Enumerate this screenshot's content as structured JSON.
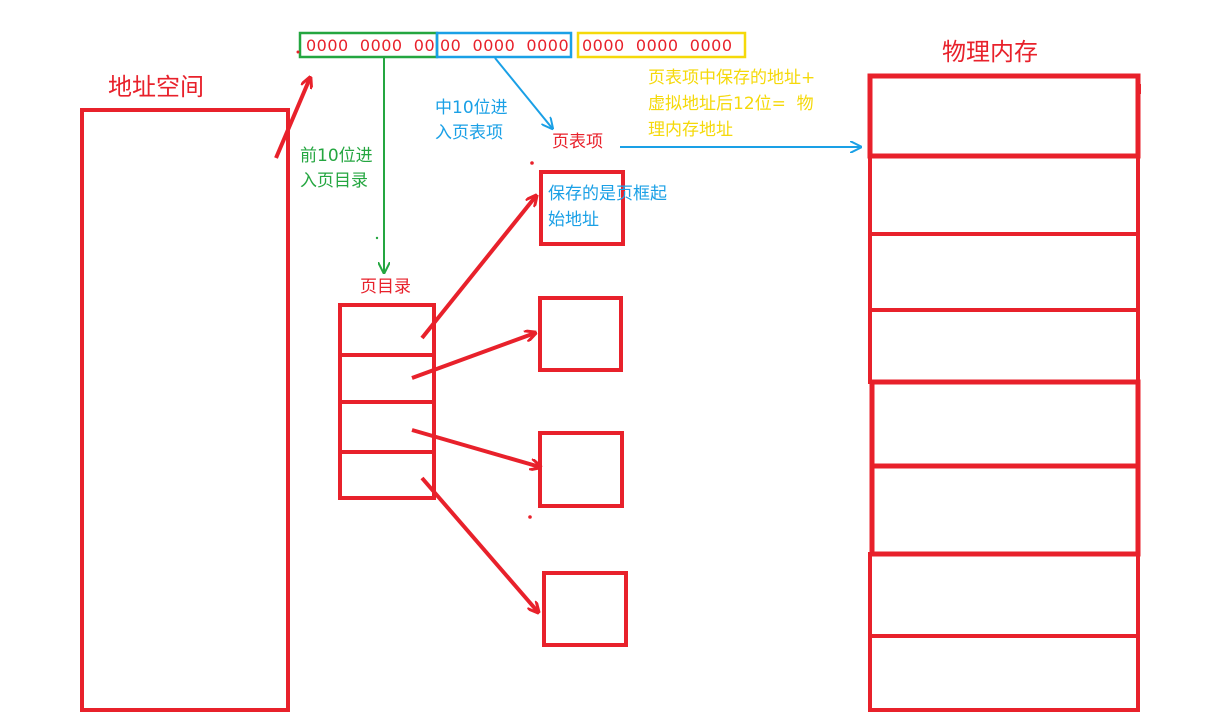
{
  "address_space": {
    "label": "地址空间"
  },
  "physical_memory": {
    "label": "物理内存"
  },
  "virtual_address": {
    "green_bits": "0000  0000  00",
    "blue_bits": "00  0000  0000",
    "yellow_bits": "0000  0000  0000"
  },
  "annotations": {
    "first_10_line1": "前10位进",
    "first_10_line2": "入页目录",
    "mid_10_line1": "中10位进",
    "mid_10_line2": "入页表项",
    "page_table_entry": "页表项",
    "pte_note_line1": "页表项中保存的地址+",
    "pte_note_line2": "虚拟地址后12位=  物",
    "pte_note_line3": "理内存地址",
    "frame_start_line1": "保存的是页框起",
    "frame_start_line2": "始地址",
    "page_directory": "页目录"
  },
  "colors": {
    "red": "#e8212b",
    "green": "#24a640",
    "blue": "#1aa0e6",
    "yellow": "#f5d90a"
  }
}
